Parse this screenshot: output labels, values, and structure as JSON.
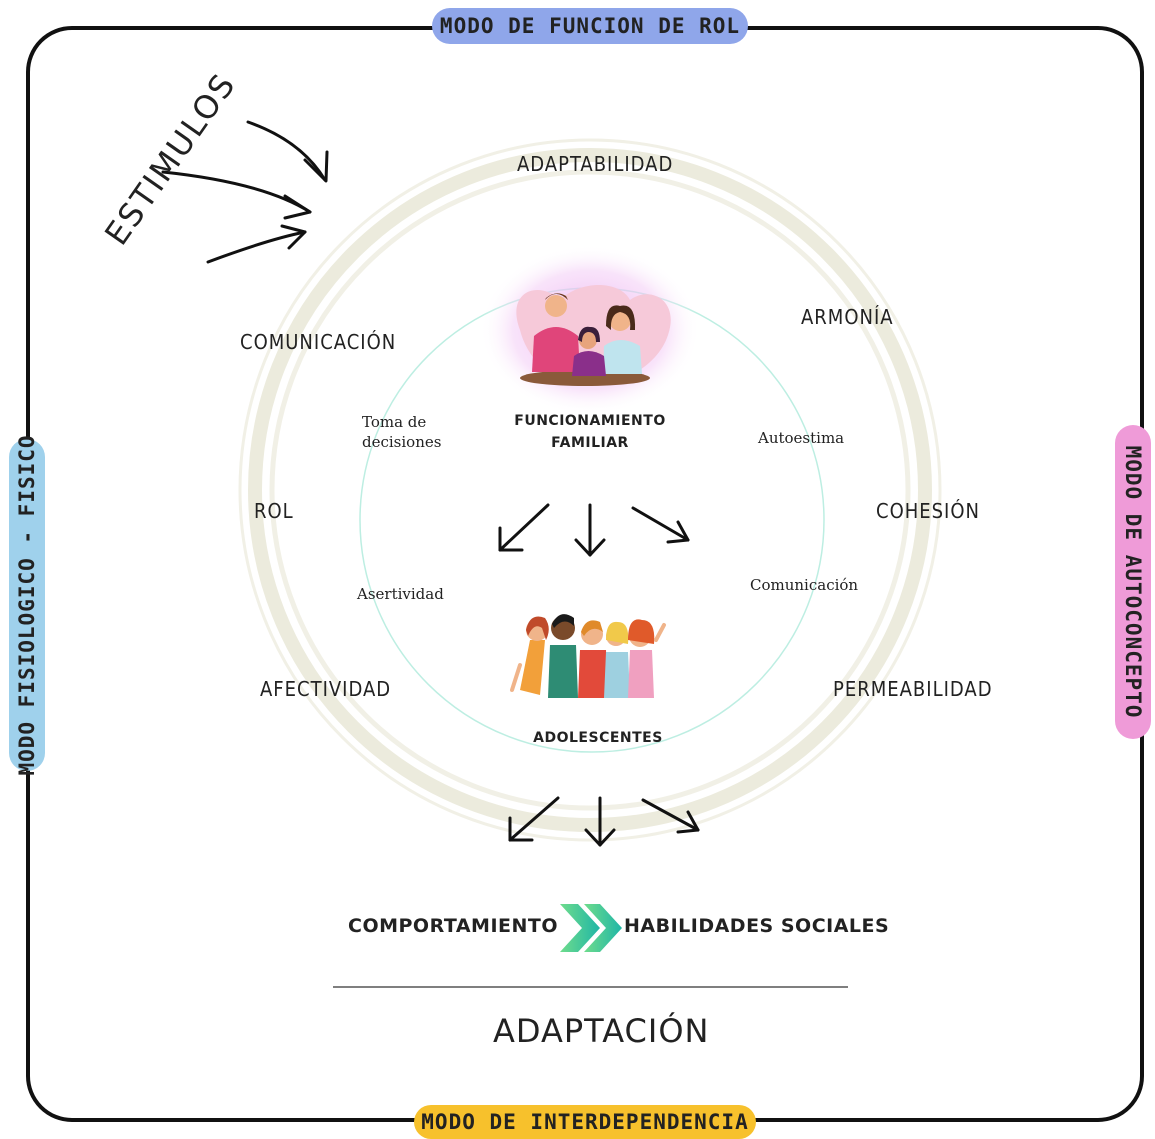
{
  "modes": {
    "top": "MODO DE FUNCION DE ROL",
    "left": "MODO FISIOLOGICO - FISICO",
    "right": "MODO DE AUTOCONCEPTO",
    "bottom": "MODO DE INTERDEPENDENCIA"
  },
  "stimuli_label": "ESTIMULOS",
  "outer_ring_labels": {
    "adaptabilidad": "ADAPTABILIDAD",
    "armonia": "ARMONÍA",
    "comunicacion": "COMUNICACIÓN",
    "cohesion": "COHESIÓN",
    "rol": "ROL",
    "afectividad": "AFECTIVIDAD",
    "permeabilidad": "PERMEABILIDAD"
  },
  "inner_ring_labels": {
    "toma_line1": "Toma  de",
    "toma_line2": "decisiones",
    "autoestima": "Autoestima",
    "asertividad": "Asertividad",
    "comunicacion": "Comunicación"
  },
  "center": {
    "family_line1": "FUNCIONAMIENTO",
    "family_line2": "FAMILIAR",
    "adolescents": "ADOLESCENTES"
  },
  "bottom": {
    "behavior": "COMPORTAMIENTO",
    "social_skills": "HABILIDADES SOCIALES",
    "result": "ADAPTACIÓN"
  },
  "colors": {
    "mode_top": "#8fa6ea",
    "mode_left": "#9fd1ec",
    "mode_right": "#ef9bd8",
    "mode_bottom": "#f7c12c",
    "ring_outer": "#ecebdd",
    "ring_inner": "#bdeee2",
    "chevron_green": "#6fdc8c",
    "chevron_teal": "#1fb6a6"
  },
  "icons": [
    "arrow-icon",
    "family-illustration",
    "adolescents-illustration",
    "double-chevron-icon"
  ]
}
